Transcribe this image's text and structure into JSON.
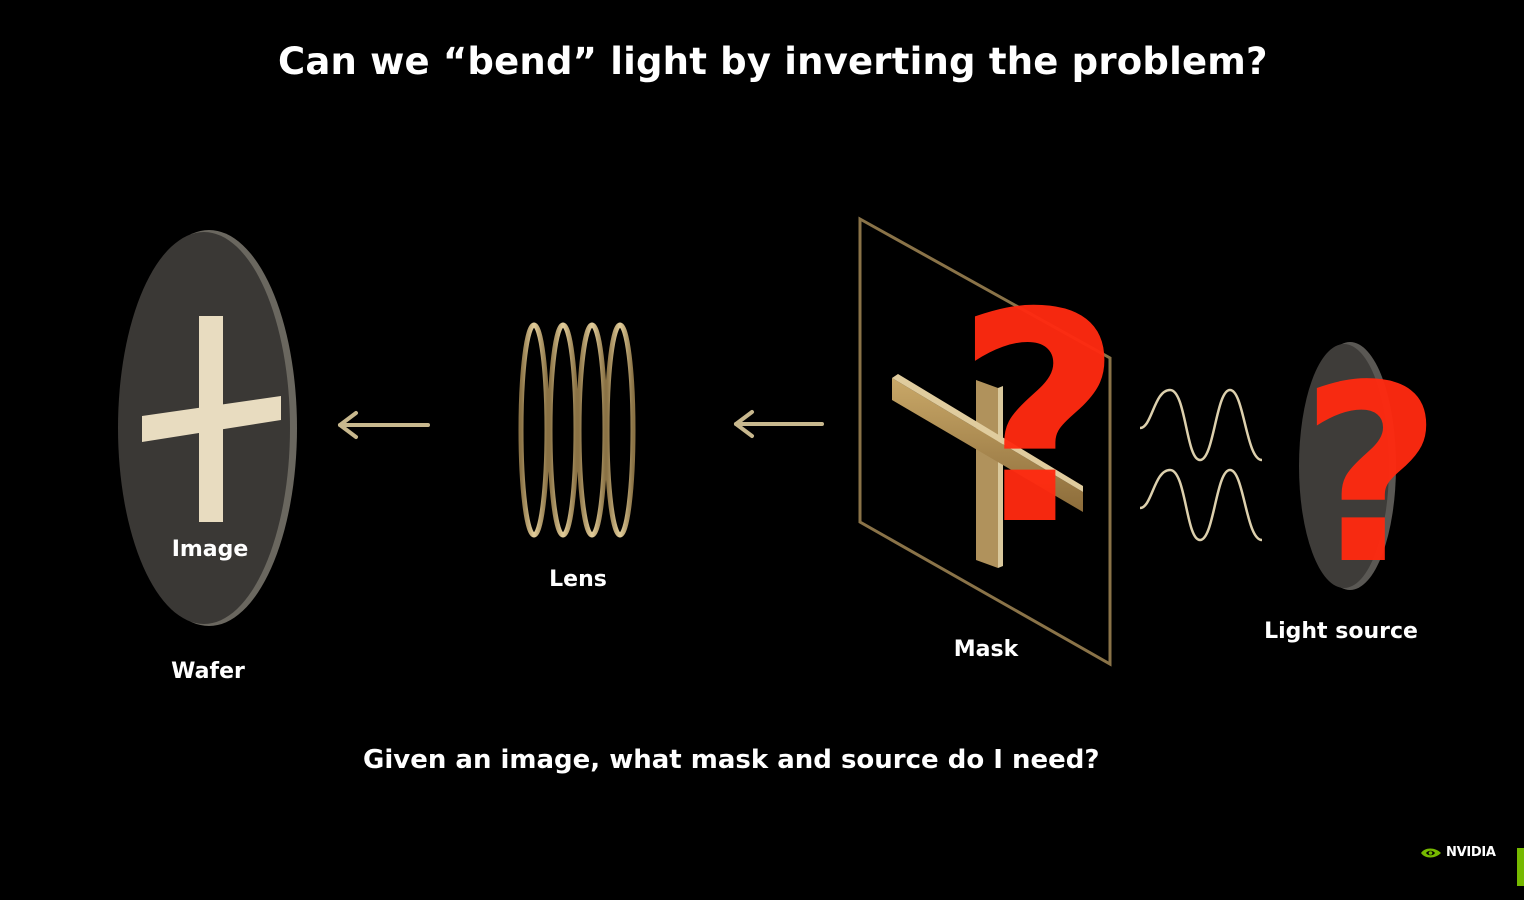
{
  "title": "Can we “bend” light by inverting the problem?",
  "labels": {
    "image": "Image",
    "wafer": "Wafer",
    "lens": "Lens",
    "mask": "Mask",
    "light_source": "Light source"
  },
  "caption": "Given an image, what mask and source do I need?",
  "logo": {
    "text": "NVIDIA",
    "accent_color": "#76b900"
  },
  "colors": {
    "background": "#000000",
    "text": "#ffffff",
    "gold": "#b89a62",
    "cream": "#e8dcc0",
    "question_red": "#ff2a10",
    "wafer_disk": "#3a3835"
  },
  "icons": {
    "wafer": "wafer-disk-icon",
    "lens": "lens-stack-icon",
    "mask": "mask-frame-icon",
    "wave": "light-wave-icon",
    "source": "light-source-icon",
    "unknown": "question-mark-icon",
    "direction": "arrow-left-icon"
  }
}
